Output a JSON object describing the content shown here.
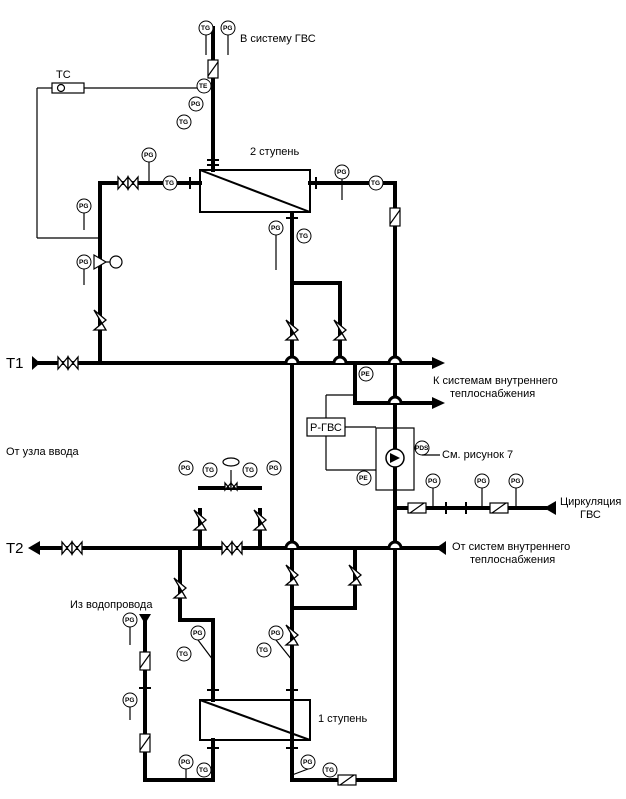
{
  "labels": {
    "dhw_out": "В систему ГВС",
    "stage2": "2 ступень",
    "stage1": "1 ступень",
    "t1": "Т1",
    "t2": "Т2",
    "to_internal_1": "К системам внутреннего",
    "to_internal_2": "теплоснабжения",
    "from_inlet": "От узла ввода",
    "see_fig_7": "См. рисунок 7",
    "circulation_1": "Циркуляция",
    "circulation_2": "ГВС",
    "from_internal_1": "От систем внутреннего",
    "from_internal_2": "теплоснабжения",
    "from_water": "Из водопровода",
    "regulator": "Р-ГВС",
    "tc": "ТС"
  },
  "instruments": {
    "pg": "PG",
    "tg": "TG",
    "te": "TE",
    "pe": "PE",
    "pds": "PDS"
  }
}
